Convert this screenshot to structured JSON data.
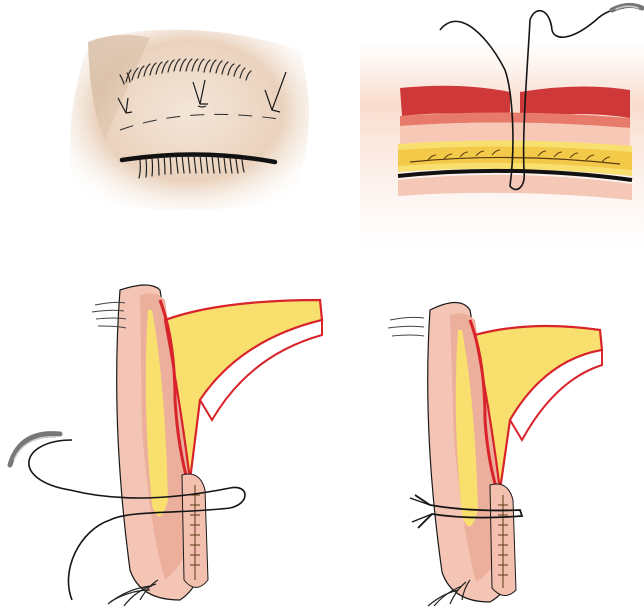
{
  "figure": {
    "panels": [
      {
        "id": "a",
        "subject": "closed-eye-surface-sutures"
      },
      {
        "id": "b",
        "subject": "skin-cross-section-buried-suture"
      },
      {
        "id": "c",
        "subject": "eyelid-sagittal-suture-passed"
      },
      {
        "id": "d",
        "subject": "eyelid-sagittal-suture-tied"
      }
    ]
  },
  "palette": {
    "skin": "#f6cfc0",
    "skin_dark": "#e9a896",
    "muscle": "#c73636",
    "muscle_line": "#d8232a",
    "fat": "#f7e277",
    "fat_deep": "#f0c93a",
    "outline": "#1a1a1a",
    "eye_shade": "#e8d2bf"
  }
}
